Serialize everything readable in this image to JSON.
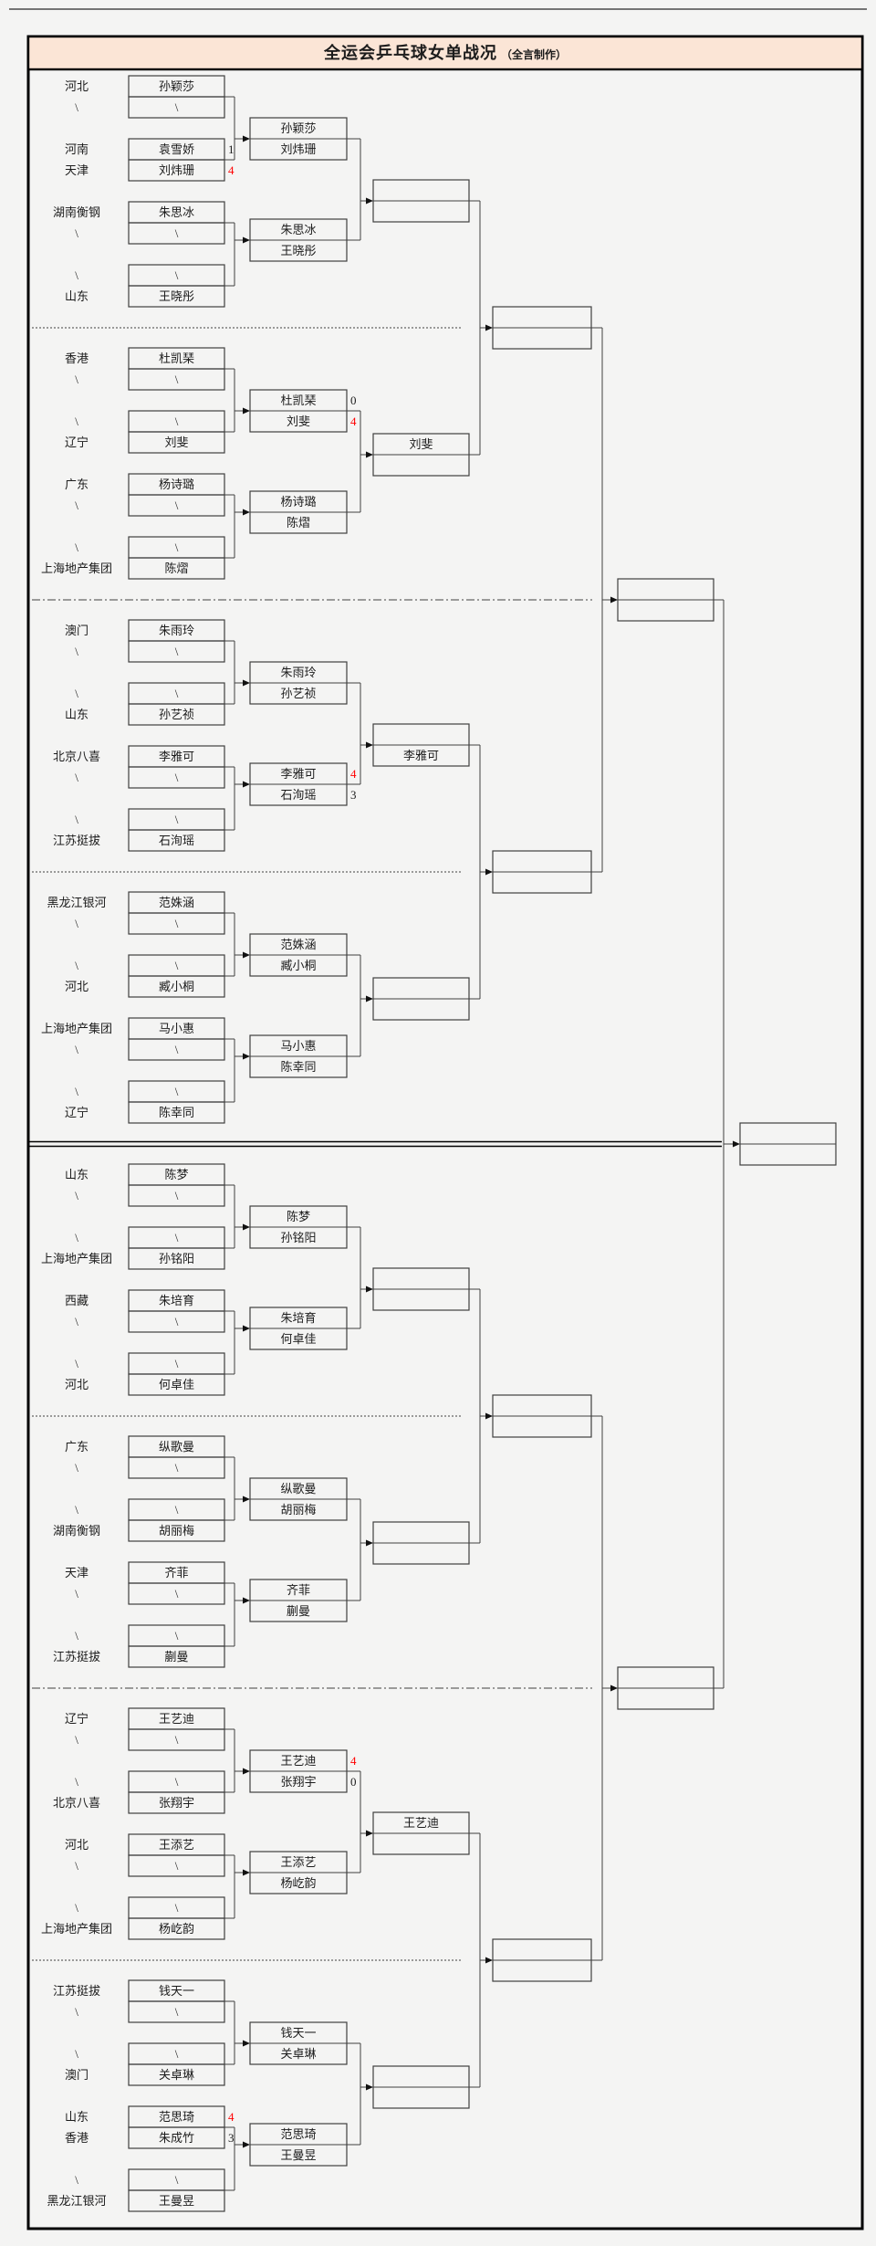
{
  "title": "全运会乒乓球女单战况",
  "subtitle": "（全言制作）",
  "colors": {
    "header_fill": "#FBE5D6",
    "win_score_red": "#FF0000",
    "line": "#3f3f3f"
  },
  "final": {
    "top": "",
    "bottom": ""
  },
  "semifinals": [
    {
      "top": "",
      "bottom": ""
    },
    {
      "top": "",
      "bottom": ""
    }
  ],
  "quarterfinals": [
    {
      "top": "",
      "bottom": ""
    },
    {
      "top": "",
      "bottom": ""
    },
    {
      "top": "",
      "bottom": ""
    },
    {
      "top": "",
      "bottom": ""
    }
  ],
  "sections": [
    {
      "labels": [
        "河北",
        "\\",
        "河南",
        "天津",
        "湖南衡钢",
        "\\",
        "\\",
        "山东"
      ],
      "round1": [
        {
          "name": "孙颖莎",
          "score": null
        },
        {
          "name": "\\",
          "score": null
        },
        {
          "name": "袁雪娇",
          "score": {
            "v": "1",
            "red": false
          }
        },
        {
          "name": "刘炜珊",
          "score": {
            "v": "4",
            "red": true
          }
        },
        {
          "name": "朱思冰",
          "score": null
        },
        {
          "name": "\\",
          "score": null
        },
        {
          "name": "\\",
          "score": null
        },
        {
          "name": "王晓彤",
          "score": null
        }
      ],
      "round2ab": {
        "top": "孙颖莎",
        "bottom": "刘炜珊",
        "top_score": null,
        "bottom_score": null
      },
      "round2cd": {
        "top": "朱思冰",
        "bottom": "王晓彤",
        "top_score": null,
        "bottom_score": null
      },
      "round3": {
        "top": "",
        "bottom": ""
      }
    },
    {
      "labels": [
        "香港",
        "\\",
        "\\",
        "辽宁",
        "广东",
        "\\",
        "\\",
        "上海地产集团"
      ],
      "round1": [
        {
          "name": "杜凯琹",
          "score": null
        },
        {
          "name": "\\",
          "score": null
        },
        {
          "name": "\\",
          "score": null
        },
        {
          "name": "刘斐",
          "score": null
        },
        {
          "name": "杨诗璐",
          "score": null
        },
        {
          "name": "\\",
          "score": null
        },
        {
          "name": "\\",
          "score": null
        },
        {
          "name": "陈熠",
          "score": null
        }
      ],
      "round2ab": {
        "top": "杜凯琹",
        "bottom": "刘斐",
        "top_score": {
          "v": "0",
          "red": false
        },
        "bottom_score": {
          "v": "4",
          "red": true
        }
      },
      "round2cd": {
        "top": "杨诗璐",
        "bottom": "陈熠",
        "top_score": null,
        "bottom_score": null
      },
      "round3": {
        "top": "刘斐",
        "bottom": ""
      }
    },
    {
      "labels": [
        "澳门",
        "\\",
        "\\",
        "山东",
        "北京八喜",
        "\\",
        "\\",
        "江苏挺拔"
      ],
      "round1": [
        {
          "name": "朱雨玲",
          "score": null
        },
        {
          "name": "\\",
          "score": null
        },
        {
          "name": "\\",
          "score": null
        },
        {
          "name": "孙艺祯",
          "score": null
        },
        {
          "name": "李雅可",
          "score": null
        },
        {
          "name": "\\",
          "score": null
        },
        {
          "name": "\\",
          "score": null
        },
        {
          "name": "石洵瑶",
          "score": null
        }
      ],
      "round2ab": {
        "top": "朱雨玲",
        "bottom": "孙艺祯",
        "top_score": null,
        "bottom_score": null
      },
      "round2cd": {
        "top": "李雅可",
        "bottom": "石洵瑶",
        "top_score": {
          "v": "4",
          "red": true
        },
        "bottom_score": {
          "v": "3",
          "red": false
        }
      },
      "round3": {
        "top": "",
        "bottom": "李雅可"
      }
    },
    {
      "labels": [
        "黑龙江银河",
        "\\",
        "\\",
        "河北",
        "上海地产集团",
        "\\",
        "\\",
        "辽宁"
      ],
      "round1": [
        {
          "name": "范姝涵",
          "score": null
        },
        {
          "name": "\\",
          "score": null
        },
        {
          "name": "\\",
          "score": null
        },
        {
          "name": "臧小桐",
          "score": null
        },
        {
          "name": "马小惠",
          "score": null
        },
        {
          "name": "\\",
          "score": null
        },
        {
          "name": "\\",
          "score": null
        },
        {
          "name": "陈幸同",
          "score": null
        }
      ],
      "round2ab": {
        "top": "范姝涵",
        "bottom": "臧小桐",
        "top_score": null,
        "bottom_score": null
      },
      "round2cd": {
        "top": "马小惠",
        "bottom": "陈幸同",
        "top_score": null,
        "bottom_score": null
      },
      "round3": {
        "top": "",
        "bottom": ""
      }
    },
    {
      "labels": [
        "山东",
        "\\",
        "\\",
        "上海地产集团",
        "西藏",
        "\\",
        "\\",
        "河北"
      ],
      "round1": [
        {
          "name": "陈梦",
          "score": null
        },
        {
          "name": "\\",
          "score": null
        },
        {
          "name": "\\",
          "score": null
        },
        {
          "name": "孙铭阳",
          "score": null
        },
        {
          "name": "朱培育",
          "score": null
        },
        {
          "name": "\\",
          "score": null
        },
        {
          "name": "\\",
          "score": null
        },
        {
          "name": "何卓佳",
          "score": null
        }
      ],
      "round2ab": {
        "top": "陈梦",
        "bottom": "孙铭阳",
        "top_score": null,
        "bottom_score": null
      },
      "round2cd": {
        "top": "朱培育",
        "bottom": "何卓佳",
        "top_score": null,
        "bottom_score": null
      },
      "round3": {
        "top": "",
        "bottom": ""
      }
    },
    {
      "labels": [
        "广东",
        "\\",
        "\\",
        "湖南衡钢",
        "天津",
        "\\",
        "\\",
        "江苏挺拔"
      ],
      "round1": [
        {
          "name": "纵歌曼",
          "score": null
        },
        {
          "name": "\\",
          "score": null
        },
        {
          "name": "\\",
          "score": null
        },
        {
          "name": "胡丽梅",
          "score": null
        },
        {
          "name": "齐菲",
          "score": null
        },
        {
          "name": "\\",
          "score": null
        },
        {
          "name": "\\",
          "score": null
        },
        {
          "name": "蒯曼",
          "score": null
        }
      ],
      "round2ab": {
        "top": "纵歌曼",
        "bottom": "胡丽梅",
        "top_score": null,
        "bottom_score": null
      },
      "round2cd": {
        "top": "齐菲",
        "bottom": "蒯曼",
        "top_score": null,
        "bottom_score": null
      },
      "round3": {
        "top": "",
        "bottom": ""
      }
    },
    {
      "labels": [
        "辽宁",
        "\\",
        "\\",
        "北京八喜",
        "河北",
        "\\",
        "\\",
        "上海地产集团"
      ],
      "round1": [
        {
          "name": "王艺迪",
          "score": null
        },
        {
          "name": "\\",
          "score": null
        },
        {
          "name": "\\",
          "score": null
        },
        {
          "name": "张翔宇",
          "score": null
        },
        {
          "name": "王添艺",
          "score": null
        },
        {
          "name": "\\",
          "score": null
        },
        {
          "name": "\\",
          "score": null
        },
        {
          "name": "杨屹韵",
          "score": null
        }
      ],
      "round2ab": {
        "top": "王艺迪",
        "bottom": "张翔宇",
        "top_score": {
          "v": "4",
          "red": true
        },
        "bottom_score": {
          "v": "0",
          "red": false
        }
      },
      "round2cd": {
        "top": "王添艺",
        "bottom": "杨屹韵",
        "top_score": null,
        "bottom_score": null
      },
      "round3": {
        "top": "王艺迪",
        "bottom": ""
      }
    },
    {
      "labels": [
        "江苏挺拔",
        "\\",
        "\\",
        "澳门",
        "山东",
        "香港",
        "\\",
        "黑龙江银河"
      ],
      "round1": [
        {
          "name": "钱天一",
          "score": null
        },
        {
          "name": "\\",
          "score": null
        },
        {
          "name": "\\",
          "score": null
        },
        {
          "name": "关卓琳",
          "score": null
        },
        {
          "name": "范思琦",
          "score": {
            "v": "4",
            "red": true
          }
        },
        {
          "name": "朱成竹",
          "score": {
            "v": "3",
            "red": false
          }
        },
        {
          "name": "\\",
          "score": null
        },
        {
          "name": "王曼昱",
          "score": null
        }
      ],
      "round2ab": {
        "top": "钱天一",
        "bottom": "关卓琳",
        "top_score": null,
        "bottom_score": null
      },
      "round2cd": {
        "top": "范思琦",
        "bottom": "王曼昱",
        "top_score": null,
        "bottom_score": null
      },
      "round3": {
        "top": "",
        "bottom": ""
      }
    }
  ]
}
